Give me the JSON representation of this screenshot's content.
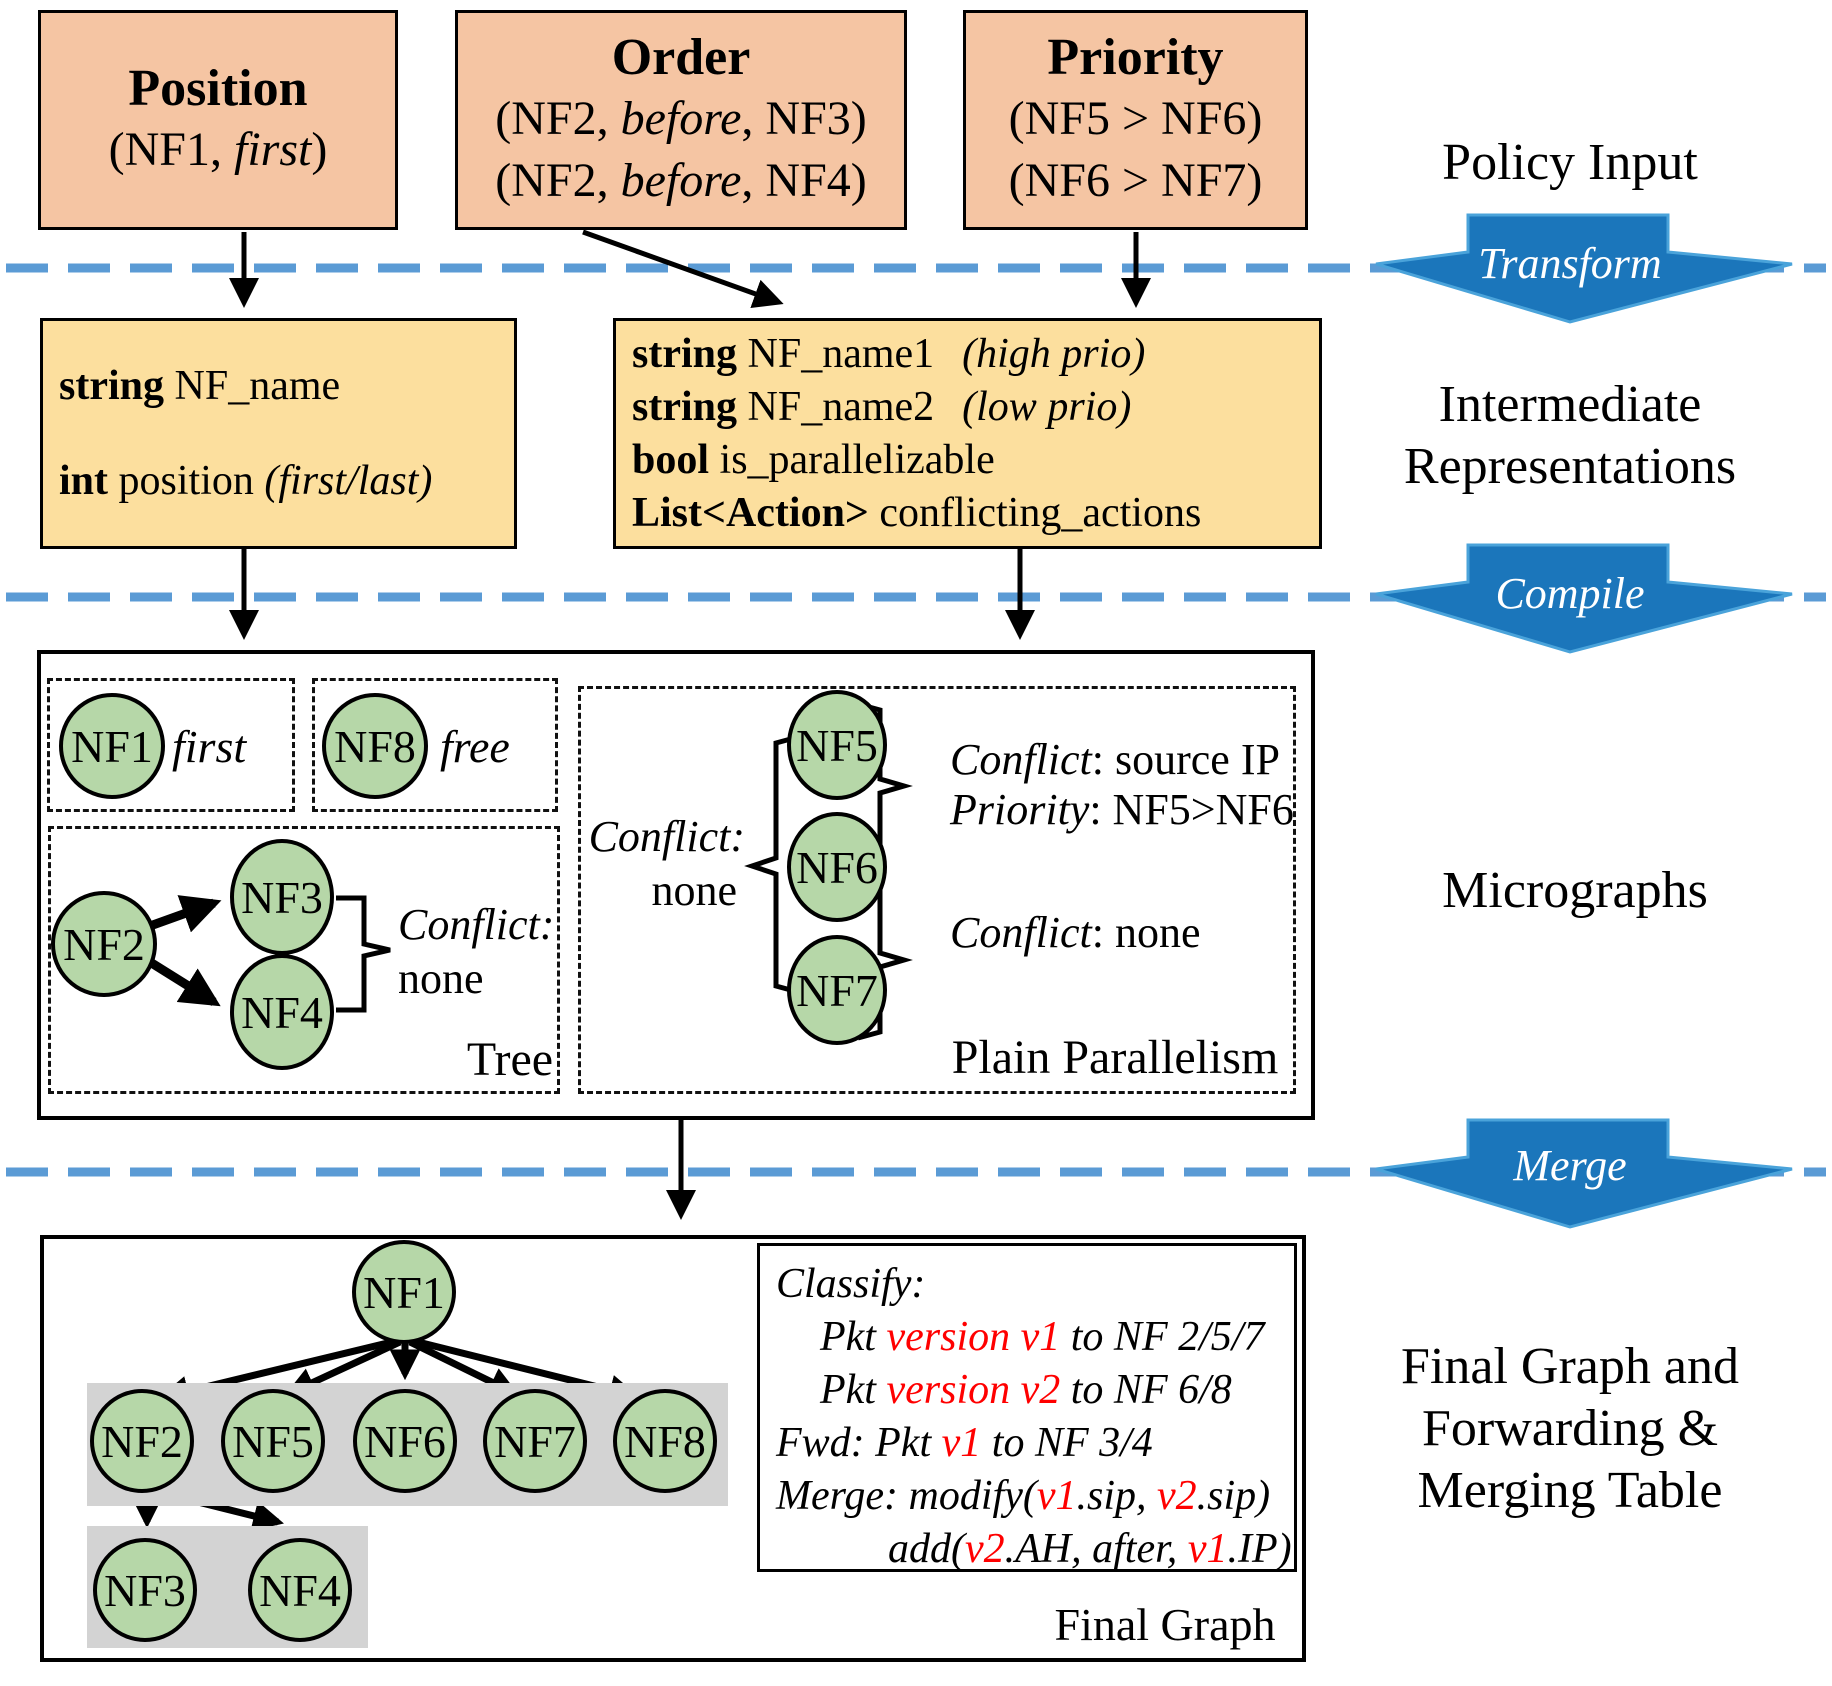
{
  "nodes": {
    "nf1": "NF1",
    "nf2": "NF2",
    "nf3": "NF3",
    "nf4": "NF4",
    "nf5": "NF5",
    "nf6": "NF6",
    "nf7": "NF7",
    "nf8": "NF8"
  },
  "stage_labels": {
    "policy_input": "Policy Input",
    "intermediate_line1": "Intermediate",
    "intermediate_line2": "Representations",
    "micrographs": "Micrographs",
    "final_line1": "Final Graph and",
    "final_line2": "Forwarding &",
    "final_line3": "Merging Table"
  },
  "arrows": {
    "transform": "Transform",
    "compile": "Compile",
    "merge": "Merge"
  },
  "policy_boxes": {
    "position": {
      "title": "Position",
      "line1_pre": "(NF1, ",
      "line1_em": "first",
      "line1_post": ")"
    },
    "order": {
      "title": "Order",
      "line1_pre": "(NF2, ",
      "line1_em": "before",
      "line1_post": ", NF3)",
      "line2_pre": "(NF2, ",
      "line2_em": "before",
      "line2_post": ", NF4)"
    },
    "priority": {
      "title": "Priority",
      "line1": "(NF5 > NF6)",
      "line2": "(NF6 > NF7)"
    }
  },
  "ir_boxes": {
    "position_ir": {
      "line1_kw": "string",
      "line1_rest": " NF_name",
      "line2_kw": "int",
      "line2_rest": " position ",
      "line2_em": "(first/last)"
    },
    "parallel_ir": {
      "line1_kw": "string",
      "line1_rest": " NF_name1",
      "line1_note": "(high prio)",
      "line2_kw": "string",
      "line2_rest": " NF_name2",
      "line2_note": "(low prio)",
      "line3_kw": "bool",
      "line3_rest": " is_parallelizable",
      "line4_kw": "List<Action>",
      "line4_rest": " conflicting_actions"
    }
  },
  "micrographs": {
    "nf1_tag": "first",
    "nf8_tag": "free",
    "tree": {
      "label": "Tree",
      "conflict_label": "Conflict:",
      "conflict_value": "none"
    },
    "plain_parallelism": {
      "label": "Plain Parallelism",
      "left_conflict_label": "Conflict:",
      "left_conflict_value": "none",
      "r1_line1_label": "Conflict",
      "r1_line1_value": ": source IP",
      "r1_line2_label": "Priority",
      "r1_line2_value": ": NF5>NF6",
      "r2_label": "Conflict",
      "r2_value": ": none"
    }
  },
  "final": {
    "graph_label": "Final Graph",
    "classify": {
      "l1": "Classify:",
      "l2_pre": "Pkt ",
      "l2_red": "version v1",
      "l2_post": " to NF 2/5/7",
      "l3_pre": "Pkt ",
      "l3_red": "version v2",
      "l3_post": " to NF 6/8",
      "l4_pre": "Fwd: Pkt ",
      "l4_red": "v1",
      "l4_post": " to NF 3/4",
      "l5_pre": "Merge: modify(",
      "l5_red1": "v1",
      "l5_mid": ".sip, ",
      "l5_red2": "v2",
      "l5_post": ".sip)",
      "l6_pre": "add(",
      "l6_red1": "v2",
      "l6_mid": ".AH, after, ",
      "l6_red2": "v1",
      "l6_post": ".IP)"
    }
  },
  "colors": {
    "policy_box_fill": "#f5c5a3",
    "ir_box_fill": "#fcdf9e",
    "node_fill": "#b6d7a8",
    "band_fill": "#d3d3d3",
    "flow_arrow_fill": "#1b76bb",
    "flow_arrow_edge": "#4aa3da",
    "dashed_line": "#5b9bd5",
    "highlight_red": "#ff0000"
  }
}
